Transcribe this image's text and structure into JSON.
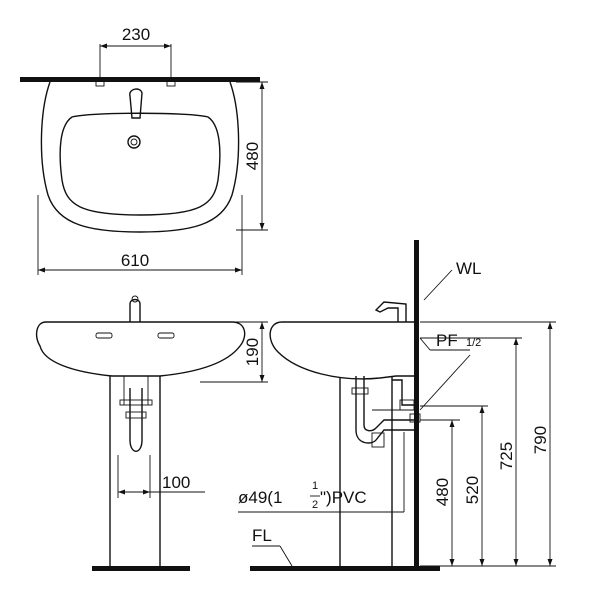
{
  "dimensions": {
    "tap_spacing": "230",
    "basin_depth": "480",
    "basin_width": "610",
    "basin_height": "190",
    "pedestal_width": "100",
    "outlet_height": "480",
    "trap_height": "520",
    "inlet_height": "725",
    "rim_height": "790"
  },
  "labels": {
    "wall_line": "WL",
    "floor_line": "FL",
    "supply_pipe": "PF",
    "supply_pipe_size": "1/2",
    "drain_prefix": "ø49(1",
    "drain_fraction_num": "1",
    "drain_fraction_den": "2",
    "drain_suffix": "\")PVC"
  },
  "colors": {
    "line": "#111111",
    "background": "#ffffff"
  }
}
